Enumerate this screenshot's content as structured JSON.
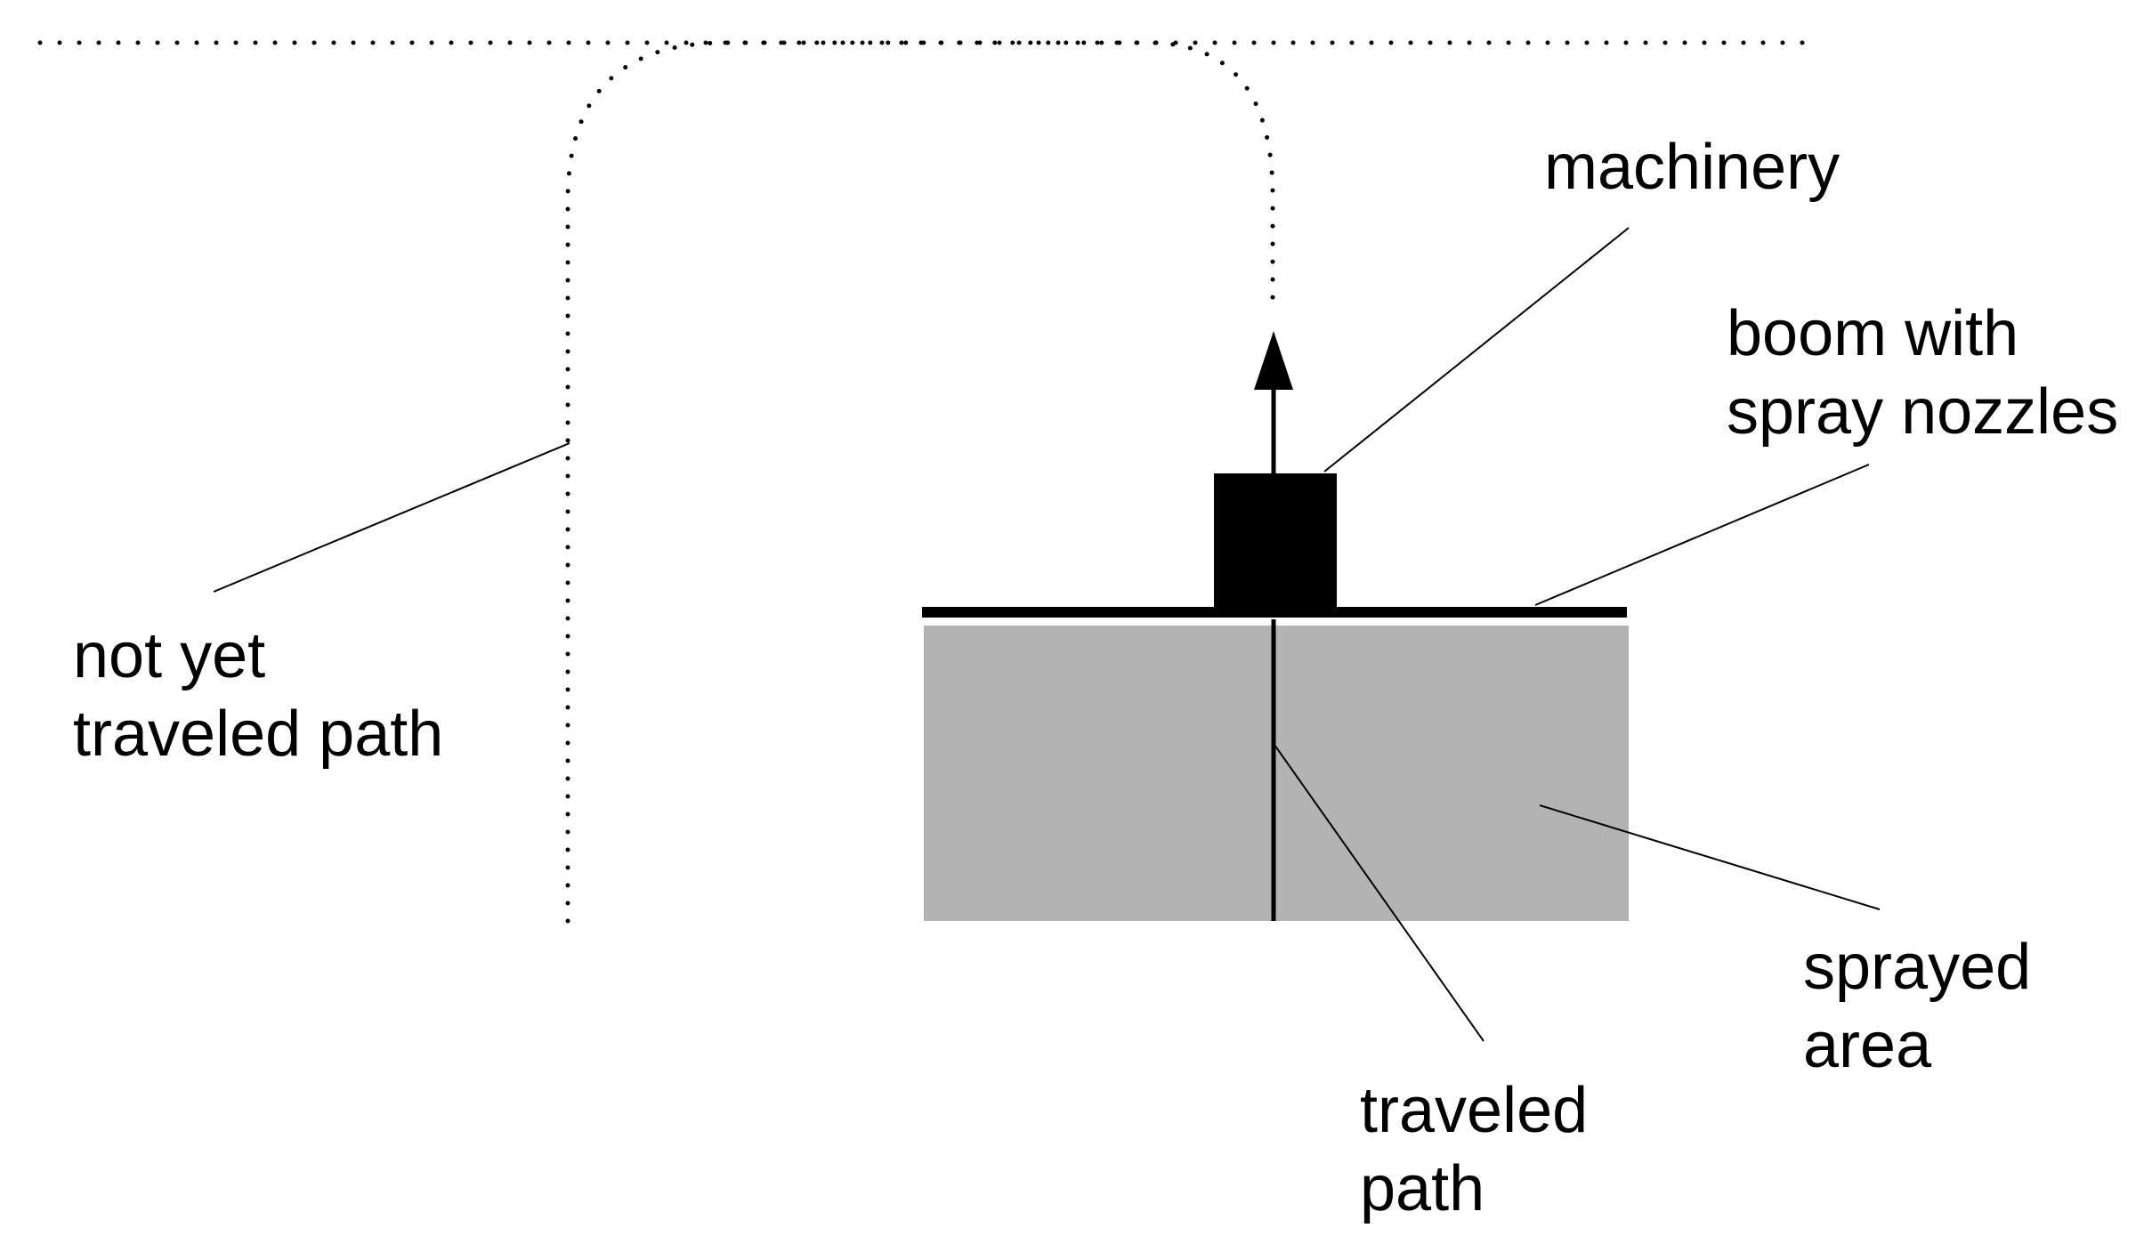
{
  "diagram": {
    "labels": {
      "machinery": "machinery",
      "boom_line1": "boom with",
      "boom_line2": "spray nozzles",
      "not_yet_line1": "not yet",
      "not_yet_line2": "traveled path",
      "sprayed_line1": "sprayed",
      "sprayed_line2": "area",
      "traveled_line1": "traveled",
      "traveled_line2": "path"
    },
    "colors": {
      "sprayed_area": "#b3b3b3",
      "machinery": "#000000",
      "boom": "#000000",
      "leader_lines": "#000000",
      "dotted_path": "#000000"
    }
  }
}
